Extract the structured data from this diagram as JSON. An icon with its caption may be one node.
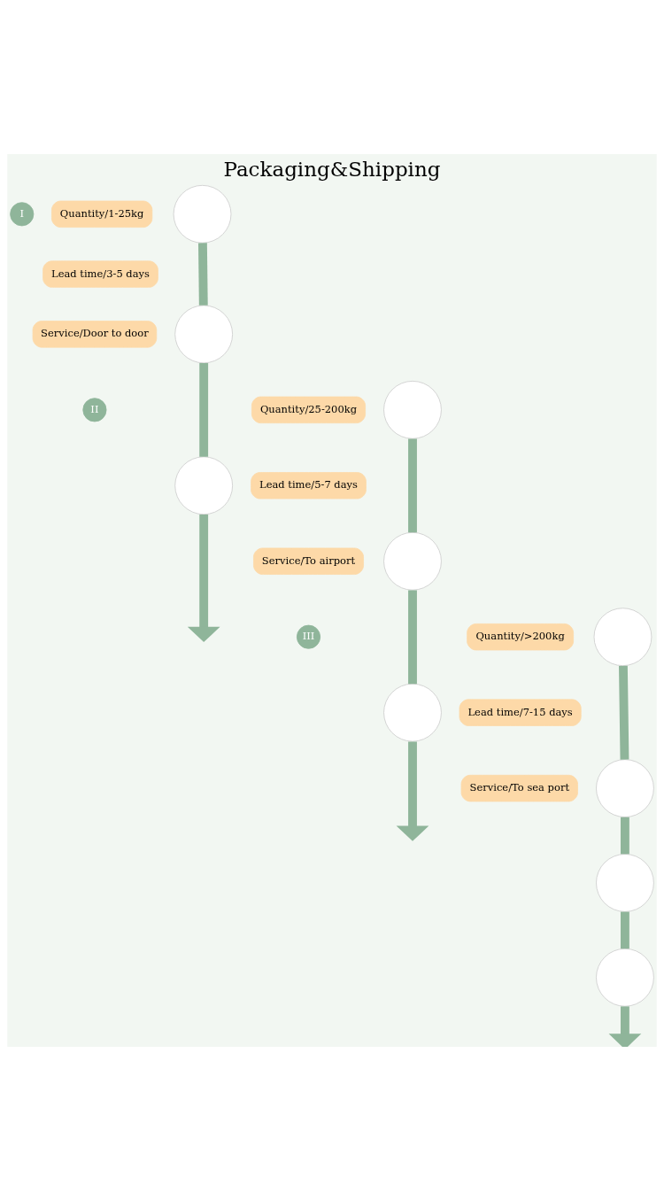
{
  "diagram": {
    "title": "Packaging&Shipping",
    "nodes": [
      {
        "text": [
          "I"
        ]
      },
      {
        "text": [
          "Quantity/1-25kg"
        ]
      },
      {
        "text": [
          "Lead time/3-5 days"
        ]
      },
      {
        "text": [
          "Service/Door to door"
        ]
      },
      {
        "text": [],
        "shape": "circle"
      },
      {
        "text": [],
        "shape": "circle"
      },
      {
        "text": [],
        "shape": "circle"
      },
      {
        "text": [
          "II"
        ]
      },
      {
        "text": [
          "Quantity/25-200kg"
        ]
      },
      {
        "text": [
          "Lead time/5-7 days"
        ]
      },
      {
        "text": [
          "Service/To airport"
        ]
      },
      {
        "text": [],
        "shape": "circle"
      },
      {
        "text": [],
        "shape": "circle"
      },
      {
        "text": [],
        "shape": "circle"
      },
      {
        "text": [
          "III"
        ]
      },
      {
        "text": [
          "Quantity/>200kg"
        ]
      },
      {
        "text": [
          "Lead time/7-15 days"
        ]
      },
      {
        "text": [
          "Service/To sea port"
        ]
      },
      {
        "text": [],
        "shape": "circle"
      },
      {
        "text": [],
        "shape": "circle"
      },
      {
        "text": [],
        "shape": "circle"
      },
      {
        "text": [],
        "shape": "circle"
      }
    ],
    "edges": [
      {
        "from": 4,
        "to": 5,
        "arrow": "none"
      },
      {
        "from": 5,
        "to": 6,
        "arrow": "none"
      },
      {
        "from": 6,
        "to": null,
        "arrow": "to"
      },
      {
        "from": 11,
        "to": 12,
        "arrow": "none"
      },
      {
        "from": 12,
        "to": 13,
        "arrow": "none"
      },
      {
        "from": 13,
        "to": null,
        "arrow": "to"
      },
      {
        "from": 18,
        "to": 19,
        "arrow": "none"
      },
      {
        "from": 19,
        "to": 20,
        "arrow": "none"
      },
      {
        "from": 20,
        "to": 21,
        "arrow": "none"
      },
      {
        "from": 21,
        "to": null,
        "arrow": "to"
      }
    ]
  }
}
